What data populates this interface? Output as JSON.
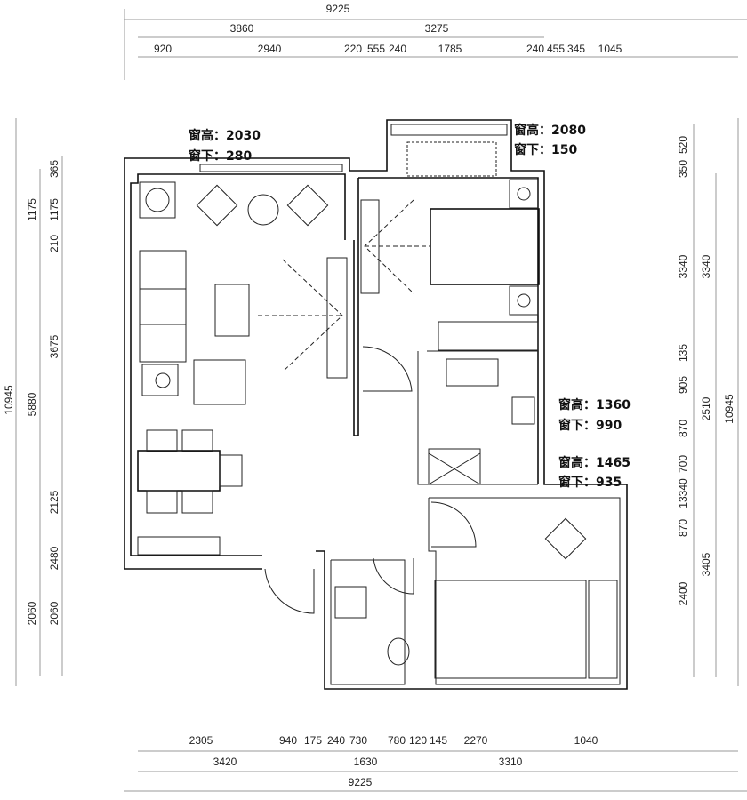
{
  "dimensions": {
    "top": {
      "total": "9225",
      "mid": [
        "3860",
        "3275"
      ],
      "detail": [
        "920",
        "2940",
        "220",
        "555",
        "240",
        "1785",
        "240",
        "455",
        "345",
        "1045"
      ]
    },
    "left": {
      "total": "10945",
      "mid": [
        "1175",
        "5880",
        "2060"
      ],
      "detail": [
        "365",
        "1175",
        "210",
        "3675",
        "2125",
        "2480",
        "2060"
      ]
    },
    "right": {
      "total": "10945",
      "mid": [
        "3340",
        "2510",
        "3405"
      ],
      "detail": [
        "520",
        "350",
        "3340",
        "135",
        "905",
        "870",
        "700",
        "13340",
        "870",
        "2400"
      ]
    },
    "bottom": {
      "detail": [
        "2305",
        "940",
        "175",
        "240",
        "730",
        "780",
        "120",
        "145",
        "2270",
        "1040"
      ],
      "mid": [
        "3420",
        "1630",
        "3310"
      ],
      "total": "9225"
    }
  },
  "windows": [
    {
      "height": "窗高：2030",
      "sill": "窗下：280"
    },
    {
      "height": "窗高：2080",
      "sill": "窗下：150"
    },
    {
      "height": "窗高：1360",
      "sill": "窗下：990"
    },
    {
      "height": "窗高：1465",
      "sill": "窗下：935"
    }
  ]
}
